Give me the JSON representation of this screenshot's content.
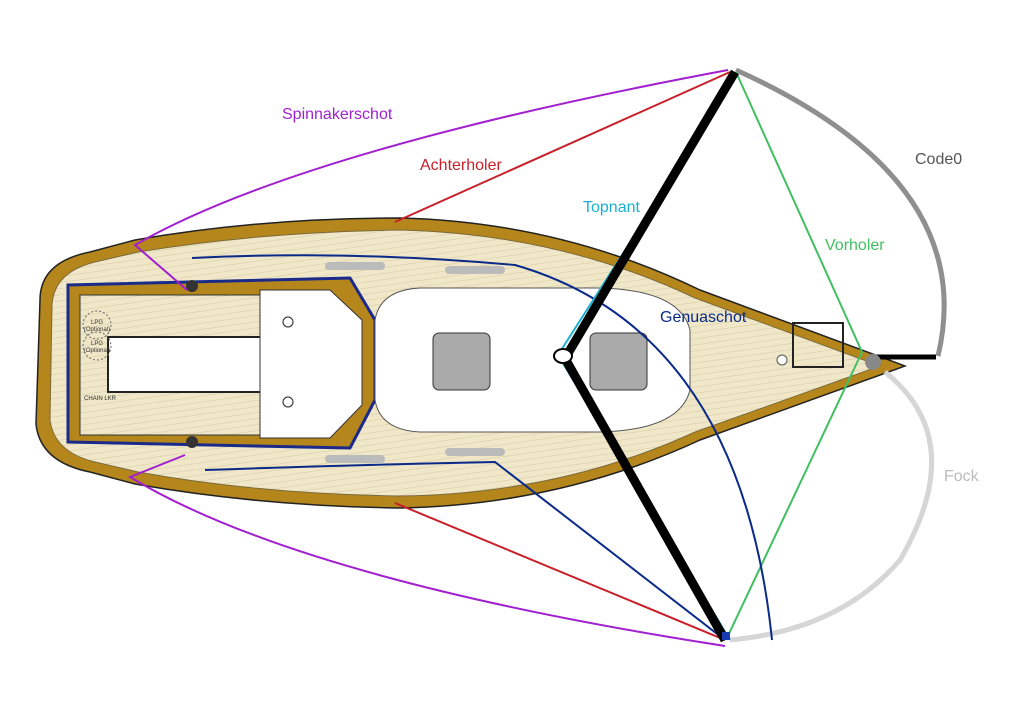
{
  "labels": {
    "spinnakerschot": "Spinnakerschot",
    "achterholer": "Achterholer",
    "topnant": "Topnant",
    "code0": "Code0",
    "vorholer": "Vorholer",
    "genuaschot": "Genuaschot",
    "fock": "Fock"
  },
  "deck_labels": {
    "lpg1": "LPG",
    "lpg1_sub": "(Optional)",
    "lpg2": "LPG",
    "lpg2_sub": "(Optional)",
    "chain": "CHAIN LKR"
  },
  "colors": {
    "spinnakerschot": "#a21fd0",
    "achterholer": "#c8202a",
    "topnant": "#1ab0d0",
    "code0": "#8f8f8f",
    "vorholer": "#40c060",
    "genuaschot": "#0a2a8a",
    "fock": "#d6d6d6",
    "deck": "#efe7c8",
    "hull_trim": "#b5861c"
  }
}
